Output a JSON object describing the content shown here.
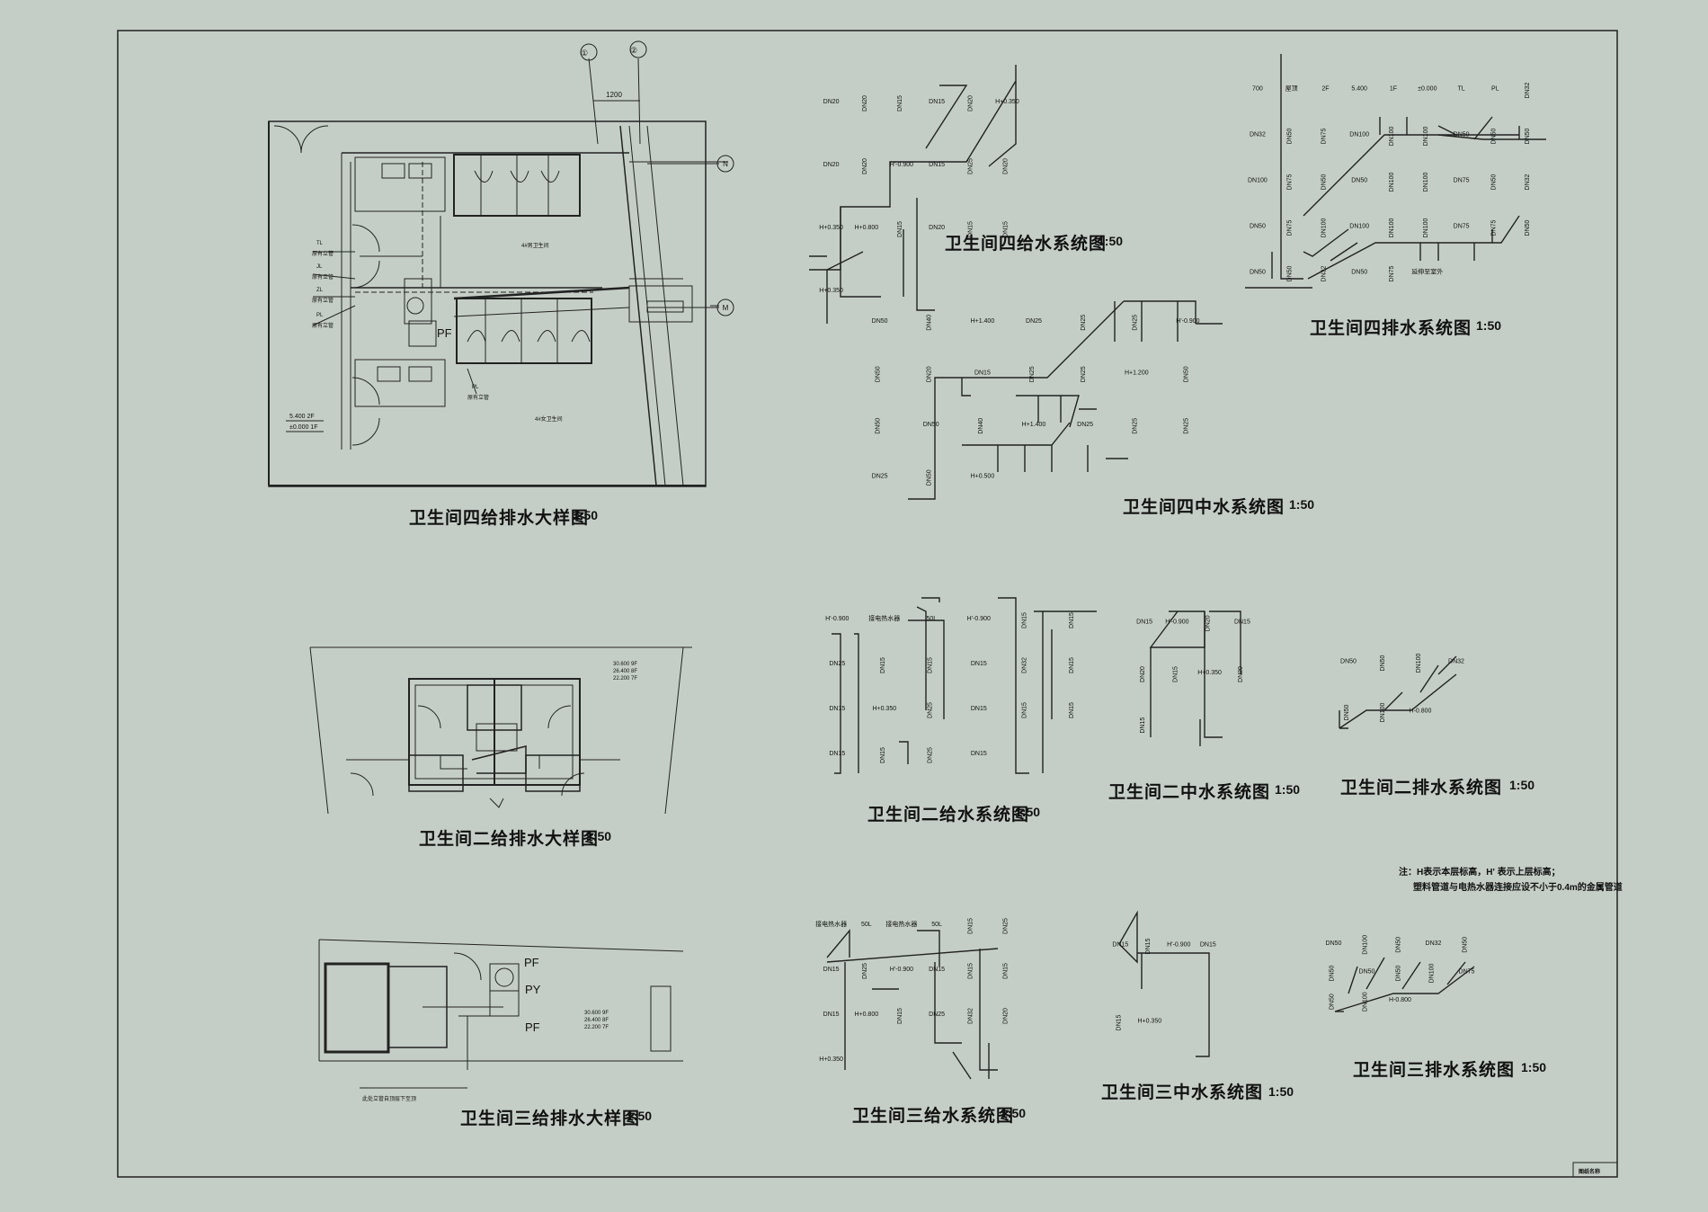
{
  "drawings": [
    {
      "id": "plan4",
      "title": "卫生间四给排水大样图",
      "scale": "1:50"
    },
    {
      "id": "sup4",
      "title": "卫生间四给水系统图",
      "scale": "1:50"
    },
    {
      "id": "drain4",
      "title": "卫生间四排水系统图",
      "scale": "1:50"
    },
    {
      "id": "mid4",
      "title": "卫生间四中水系统图",
      "scale": "1:50"
    },
    {
      "id": "plan2",
      "title": "卫生间二给排水大样图",
      "scale": "1:50"
    },
    {
      "id": "sup2",
      "title": "卫生间二给水系统图",
      "scale": "1:50"
    },
    {
      "id": "mid2",
      "title": "卫生间二中水系统图",
      "scale": "1:50"
    },
    {
      "id": "drain2",
      "title": "卫生间二排水系统图",
      "scale": "1:50"
    },
    {
      "id": "plan3",
      "title": "卫生间三给排水大样图",
      "scale": "1:50"
    },
    {
      "id": "sup3",
      "title": "卫生间三给水系统图",
      "scale": "1:50"
    },
    {
      "id": "mid3",
      "title": "卫生间三中水系统图",
      "scale": "1:50"
    },
    {
      "id": "drain3",
      "title": "卫生间三排水系统图",
      "scale": "1:50"
    }
  ],
  "notes": [
    "注：H表示本层标高，H' 表示上层标高；",
    "塑料管道与电热水器连接应设不小于0.4m的金属管道"
  ],
  "title_block": "图纸名称",
  "plan4": {
    "axes": [
      "①",
      "②"
    ],
    "grid_rows": [
      "N",
      "M"
    ],
    "dimension": "1200",
    "rooms": [
      "4#男卫生间",
      "4#女卫生间"
    ],
    "pipe_labels": [
      "TL",
      "原有立管",
      "JL",
      "原有立管",
      "ZL",
      "原有立管",
      "PL",
      "原有立管"
    ],
    "pl_label": "PL",
    "pl_existing": "原有立管",
    "levels": [
      "5.400 2F",
      "±0.000 1F"
    ],
    "shaft": "PF"
  },
  "plan2": {
    "levels": [
      "30.600 9F",
      "26.400 8F",
      "22.200 7F"
    ]
  },
  "plan3": {
    "levels": [
      "30.600 9F",
      "26.400 8F",
      "22.200 7F"
    ],
    "shafts": [
      "PF",
      "PY",
      "PF"
    ],
    "note": "此处立管自顶层下至顶"
  },
  "sup4": {
    "labels": [
      "DN20",
      "DN20",
      "DN15",
      "DN15",
      "DN20",
      "H+0.350",
      "DN20",
      "DN20",
      "H'-0.900",
      "DN15",
      "DN25",
      "DN20",
      "H+0.350",
      "H+0.800",
      "DN15",
      "DN20",
      "DN15",
      "DN15",
      "H+0.350"
    ]
  },
  "mid4": {
    "labels": [
      "DN50",
      "DN40",
      "H+1.400",
      "DN25",
      "DN25",
      "DN25",
      "H'-0.900",
      "DN50",
      "DN20",
      "DN15",
      "DN25",
      "DN25",
      "H+1.200",
      "DN50",
      "DN50",
      "DN50",
      "DN40",
      "H+1.400",
      "DN25",
      "DN25",
      "DN25",
      "DN25",
      "DN50",
      "H+0.500"
    ]
  },
  "drain4": {
    "labels": [
      "700",
      "屋顶",
      "2F",
      "5.400",
      "1F",
      "±0.000",
      "TL",
      "PL",
      "DN32",
      "DN32",
      "DN50",
      "DN75",
      "DN100",
      "DN100",
      "DN100",
      "DN50",
      "DN50",
      "DN50",
      "DN100",
      "DN75",
      "DN50",
      "DN50",
      "DN100",
      "DN100",
      "DN75",
      "DN50",
      "DN32",
      "DN50",
      "DN75",
      "DN100",
      "DN100",
      "DN100",
      "DN100",
      "DN75",
      "DN75",
      "DN50",
      "DN50",
      "DN50",
      "DN32",
      "DN50",
      "DN75",
      "延伸至室外"
    ]
  },
  "sup2": {
    "labels": [
      "H'-0.900",
      "接电热水器",
      "50L",
      "H'-0.900",
      "DN15",
      "DN15",
      "DN25",
      "DN15",
      "DN15",
      "DN15",
      "DN32",
      "DN15",
      "DN15",
      "H+0.350",
      "DN25",
      "DN15",
      "DN15",
      "DN15",
      "DN15",
      "DN15",
      "DN25",
      "DN15"
    ]
  },
  "mid2": {
    "labels": [
      "DN15",
      "H'-0.900",
      "DN20",
      "DN15",
      "DN20",
      "DN15",
      "H+0.350",
      "DN20",
      "DN15"
    ]
  },
  "drain2": {
    "labels": [
      "DN50",
      "DN50",
      "DN100",
      "DN32",
      "DN50",
      "DN100",
      "H-0.800"
    ]
  },
  "sup3": {
    "labels": [
      "接电热水器",
      "50L",
      "接电热水器",
      "50L",
      "DN15",
      "DN25",
      "DN15",
      "DN25",
      "H'-0.900",
      "DN15",
      "DN15",
      "DN15",
      "DN15",
      "H+0.800",
      "DN15",
      "DN25",
      "DN32",
      "DN20",
      "H+0.350"
    ]
  },
  "mid3": {
    "labels": [
      "DN15",
      "DN15",
      "H'-0.900",
      "DN15",
      "DN15",
      "H+0.350"
    ]
  },
  "drain3": {
    "labels": [
      "DN50",
      "DN100",
      "DN50",
      "DN32",
      "DN50",
      "DN50",
      "DN50",
      "DN50",
      "DN100",
      "DN75",
      "DN50",
      "DN100",
      "H-0.800"
    ]
  }
}
